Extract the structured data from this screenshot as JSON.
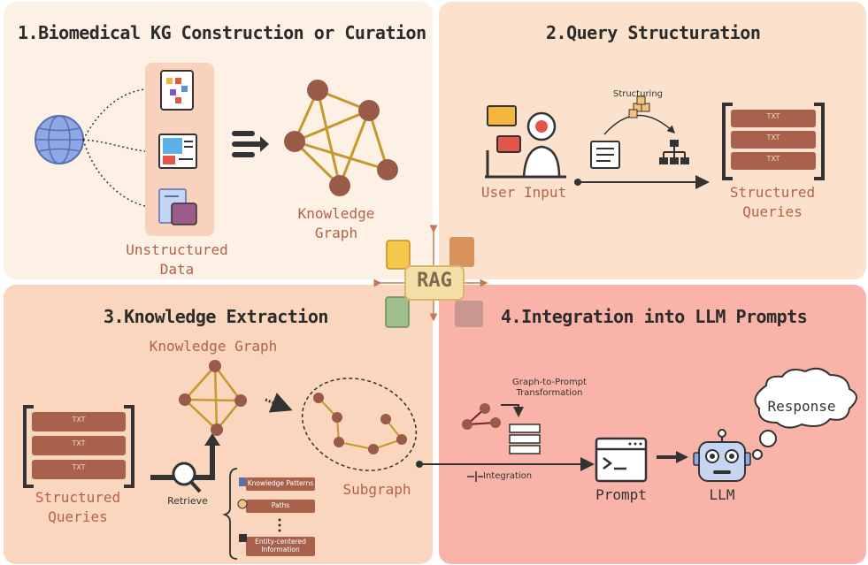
{
  "panels": {
    "p1": {
      "title": "1.Biomedical KG Construction or Curation",
      "unstructured_line1": "Unstructured",
      "unstructured_line2": "Data",
      "kg_line1": "Knowledge",
      "kg_line2": "Graph"
    },
    "p2": {
      "title": "2.Query Structuration",
      "structuring": "Structuring",
      "user_input": "User Input",
      "sq_line1": "Structured",
      "sq_line2": "Queries"
    },
    "p3": {
      "title": "3.Knowledge Extraction",
      "kg": "Knowledge Graph",
      "sq_line1": "Structured",
      "sq_line2": "Queries",
      "retrieve": "Retrieve",
      "subgraph": "Subgraph",
      "list": {
        "item1": "Knowledge Patterns",
        "item2": "Paths",
        "item3_line1": "Entity-centered",
        "item3_line2": "Information"
      }
    },
    "p4": {
      "title": "4.Integration into LLM Prompts",
      "g2p_line1": "Graph-to-Prompt",
      "g2p_line2": "Transformation",
      "integration": "Integration",
      "prompt": "Prompt",
      "llm": "LLM",
      "response": "Response"
    }
  },
  "center": {
    "label": "RAG"
  },
  "doc_badge": "TXT",
  "colors": {
    "node": "#9a5a48",
    "edge": "#c49a2c",
    "query_bar": "#a8614b",
    "label": "#b2624a",
    "panel1": "#fdf1e6",
    "panel2": "#fce2cc",
    "panel3": "#f9d6bd",
    "panel4": "#f9b3a8"
  },
  "icons": [
    "globe-icon",
    "documents-icon",
    "media-icon",
    "files-icon",
    "arrow-icon",
    "user-headset-icon",
    "doc-icon",
    "hierarchy-icon",
    "cubes-icon",
    "magnifier-icon",
    "robot-icon",
    "cloud-icon",
    "prompt-window-icon",
    "database-icon"
  ]
}
